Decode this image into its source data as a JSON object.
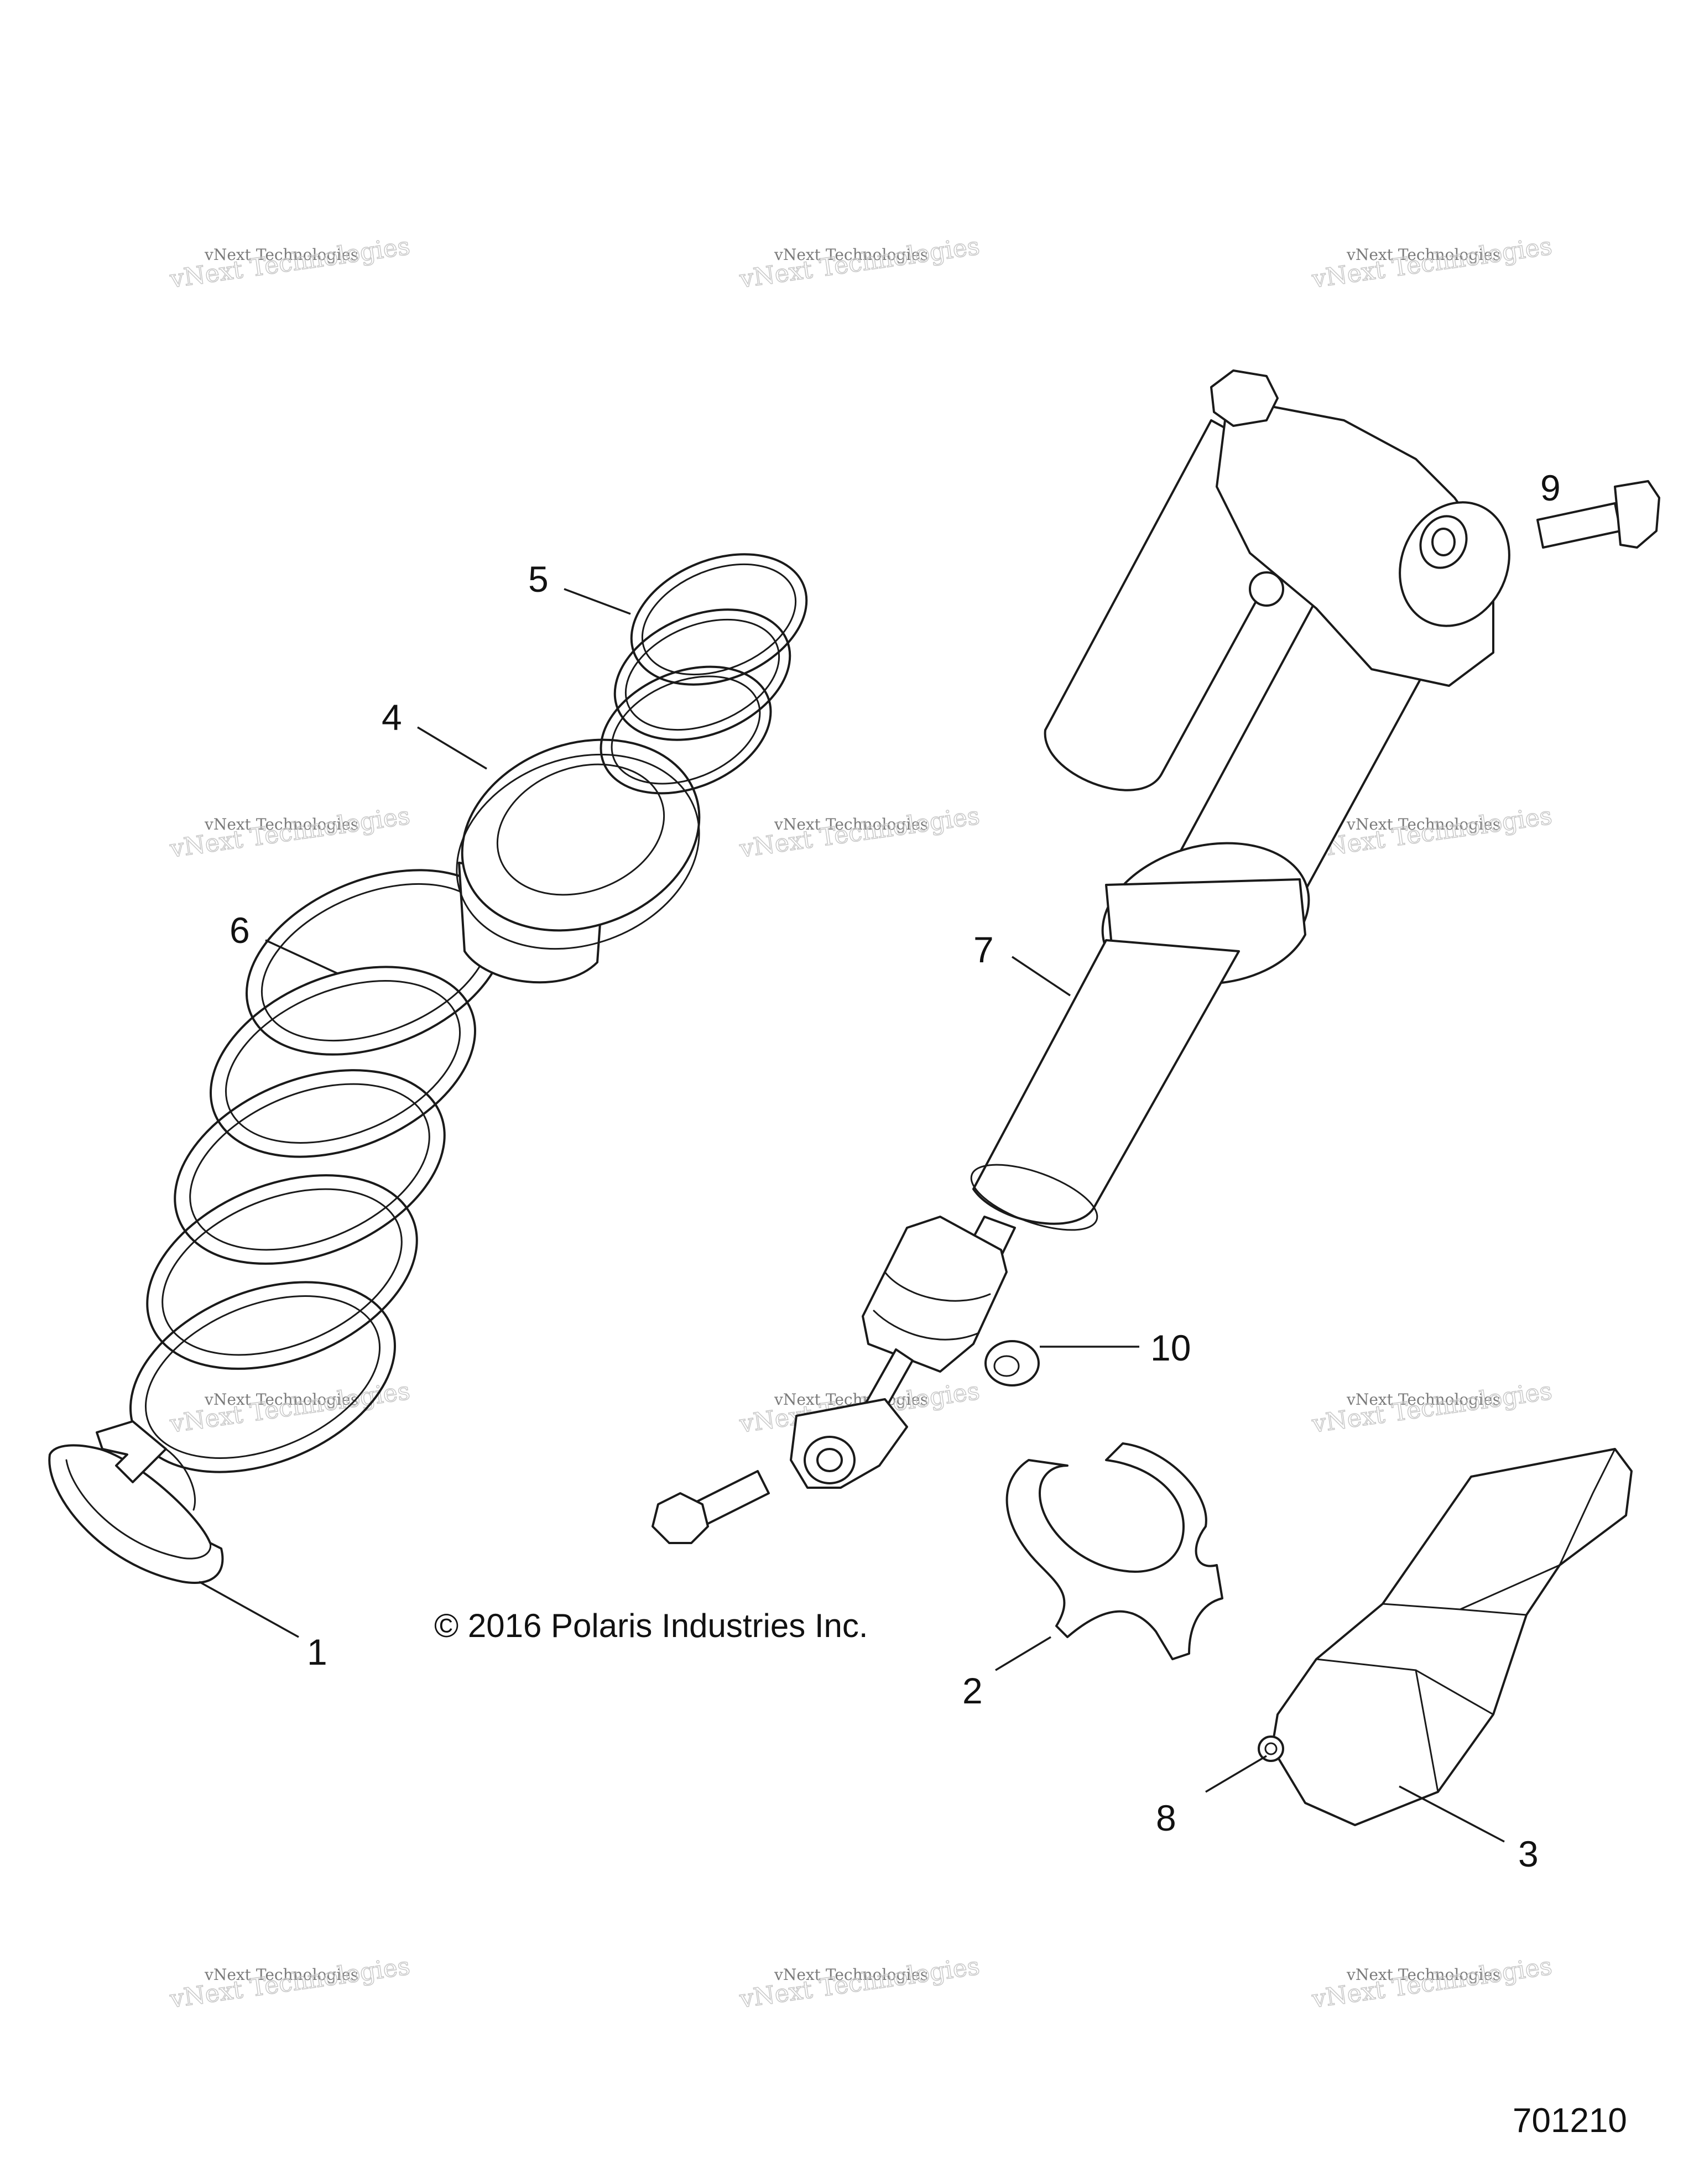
{
  "diagram": {
    "copyright": "© 2016 Polaris Industries Inc.",
    "figure_number": "701210",
    "watermark": {
      "line1": "vNext Technologies",
      "line2": "vNext Technologies"
    },
    "callouts": [
      {
        "label": "1",
        "part": "spring-retainer-lower"
      },
      {
        "label": "2",
        "part": "bracket-clamp"
      },
      {
        "label": "3",
        "part": "shock-guard"
      },
      {
        "label": "4",
        "part": "spring-crossover"
      },
      {
        "label": "5",
        "part": "spring-upper"
      },
      {
        "label": "6",
        "part": "spring-main"
      },
      {
        "label": "7",
        "part": "shock-body"
      },
      {
        "label": "8",
        "part": "guard-fastener"
      },
      {
        "label": "9",
        "part": "bolt-upper"
      },
      {
        "label": "10",
        "part": "bushing-nut"
      }
    ]
  }
}
